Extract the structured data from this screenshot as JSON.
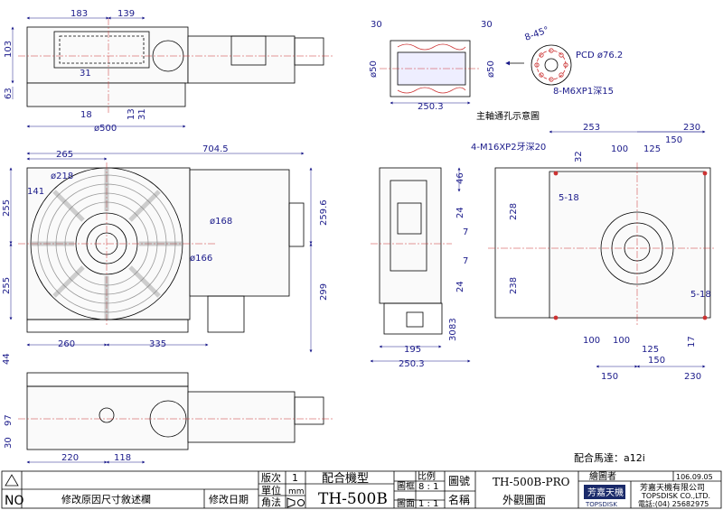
{
  "top_view": {
    "dims": [
      "183",
      "139",
      "103",
      "31",
      "63",
      "18",
      "13",
      "31",
      "ø500"
    ]
  },
  "spindle_section": {
    "dims": [
      "30",
      "30",
      "ø50",
      "ø50",
      "250.3"
    ],
    "caption": "主軸通孔示意圖"
  },
  "bolt_pattern": {
    "dims": [
      "8-45°",
      "PCD ø76.2",
      "8-M6XP1深15"
    ]
  },
  "front_view": {
    "dims": [
      "265",
      "704.5",
      "ø218",
      "141",
      "255",
      "255",
      "ø168",
      "ø166",
      "259.6",
      "299",
      "260",
      "335",
      "44"
    ]
  },
  "side_view": {
    "dims": [
      "46",
      "24",
      "24",
      "7",
      "7",
      "83",
      "30",
      "195",
      "250.3"
    ]
  },
  "base_view": {
    "dims": [
      "253",
      "230",
      "32",
      "100",
      "125",
      "150",
      "4-M16XP2牙深20",
      "5-18",
      "228",
      "238",
      "5-18",
      "100",
      "125",
      "17",
      "100",
      "150",
      "150",
      "230"
    ]
  },
  "bottom_view": {
    "dims": [
      "97",
      "30",
      "220",
      "118"
    ]
  },
  "motor_note": "配合馬達：a12i",
  "title_block": {
    "no_label": "NO",
    "revision_desc": "修改原因尺寸敘述欄",
    "revision_date_label": "修改日期",
    "version_label": "版次",
    "version_value": "1",
    "unit_label": "單位",
    "unit_value": "mm",
    "projection_label": "角法",
    "model_label": "配合機型",
    "model_value": "TH-500B",
    "scale_label": "比例",
    "scale_sheet_label": "圖框",
    "scale_sheet_value": "8 : 1",
    "scale_part_label": "圖面",
    "scale_part_value": "1 : 1",
    "drawing_no_label": "圖號",
    "drawing_no_value": "TH-500B-PRO",
    "name_label": "名稱",
    "name_value": "外觀圖面",
    "drafter_label": "繪圖者",
    "date": "106.09.05",
    "company_cn": "芳嘉天機有限公司",
    "company_en": "TOPSDISK CO.,LTD.",
    "phone": "電話:(04) 25682975",
    "logo_text": "芳嘉天機",
    "logo_sub": "TOPSDISK"
  }
}
